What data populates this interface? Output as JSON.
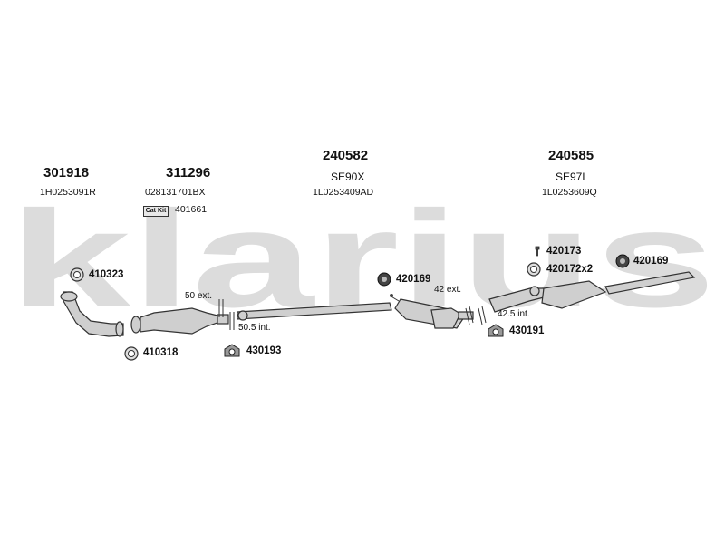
{
  "watermark": "klarius",
  "colors": {
    "watermark": "#dcdcdc",
    "line": "#333333",
    "part_fill": "#cfcfcf"
  },
  "groups": [
    {
      "part_no": "301918",
      "oem_ref": "1H0253091R"
    },
    {
      "part_no": "311296",
      "oem_ref": "028131701BX"
    },
    {
      "part_no": "240582",
      "variant": "SE90X",
      "oem_ref": "1L0253409AD"
    },
    {
      "part_no": "240585",
      "variant": "SE97L",
      "oem_ref": "1L0253609Q"
    }
  ],
  "cat_kit": {
    "badge": "Cat Kit",
    "number": "401661"
  },
  "fittings": [
    {
      "code": "410323",
      "icon": "gasket-ring-icon"
    },
    {
      "code": "410318",
      "icon": "gasket-ring-icon"
    },
    {
      "code": "430193",
      "icon": "rubber-mount-icon"
    },
    {
      "code": "420169",
      "icon": "rubber-ring-icon"
    },
    {
      "code": "430191",
      "icon": "rubber-mount-icon"
    },
    {
      "code": "420173",
      "icon": "bolt-icon"
    },
    {
      "code": "420172x2",
      "icon": "clamp-ring-icon"
    },
    {
      "code": "420169",
      "icon": "rubber-ring-icon"
    }
  ],
  "dimensions": {
    "ext_50": "50 ext.",
    "int_50_5": "50.5 int.",
    "ext_42": "42 ext.",
    "int_42_5": "42.5 int."
  }
}
